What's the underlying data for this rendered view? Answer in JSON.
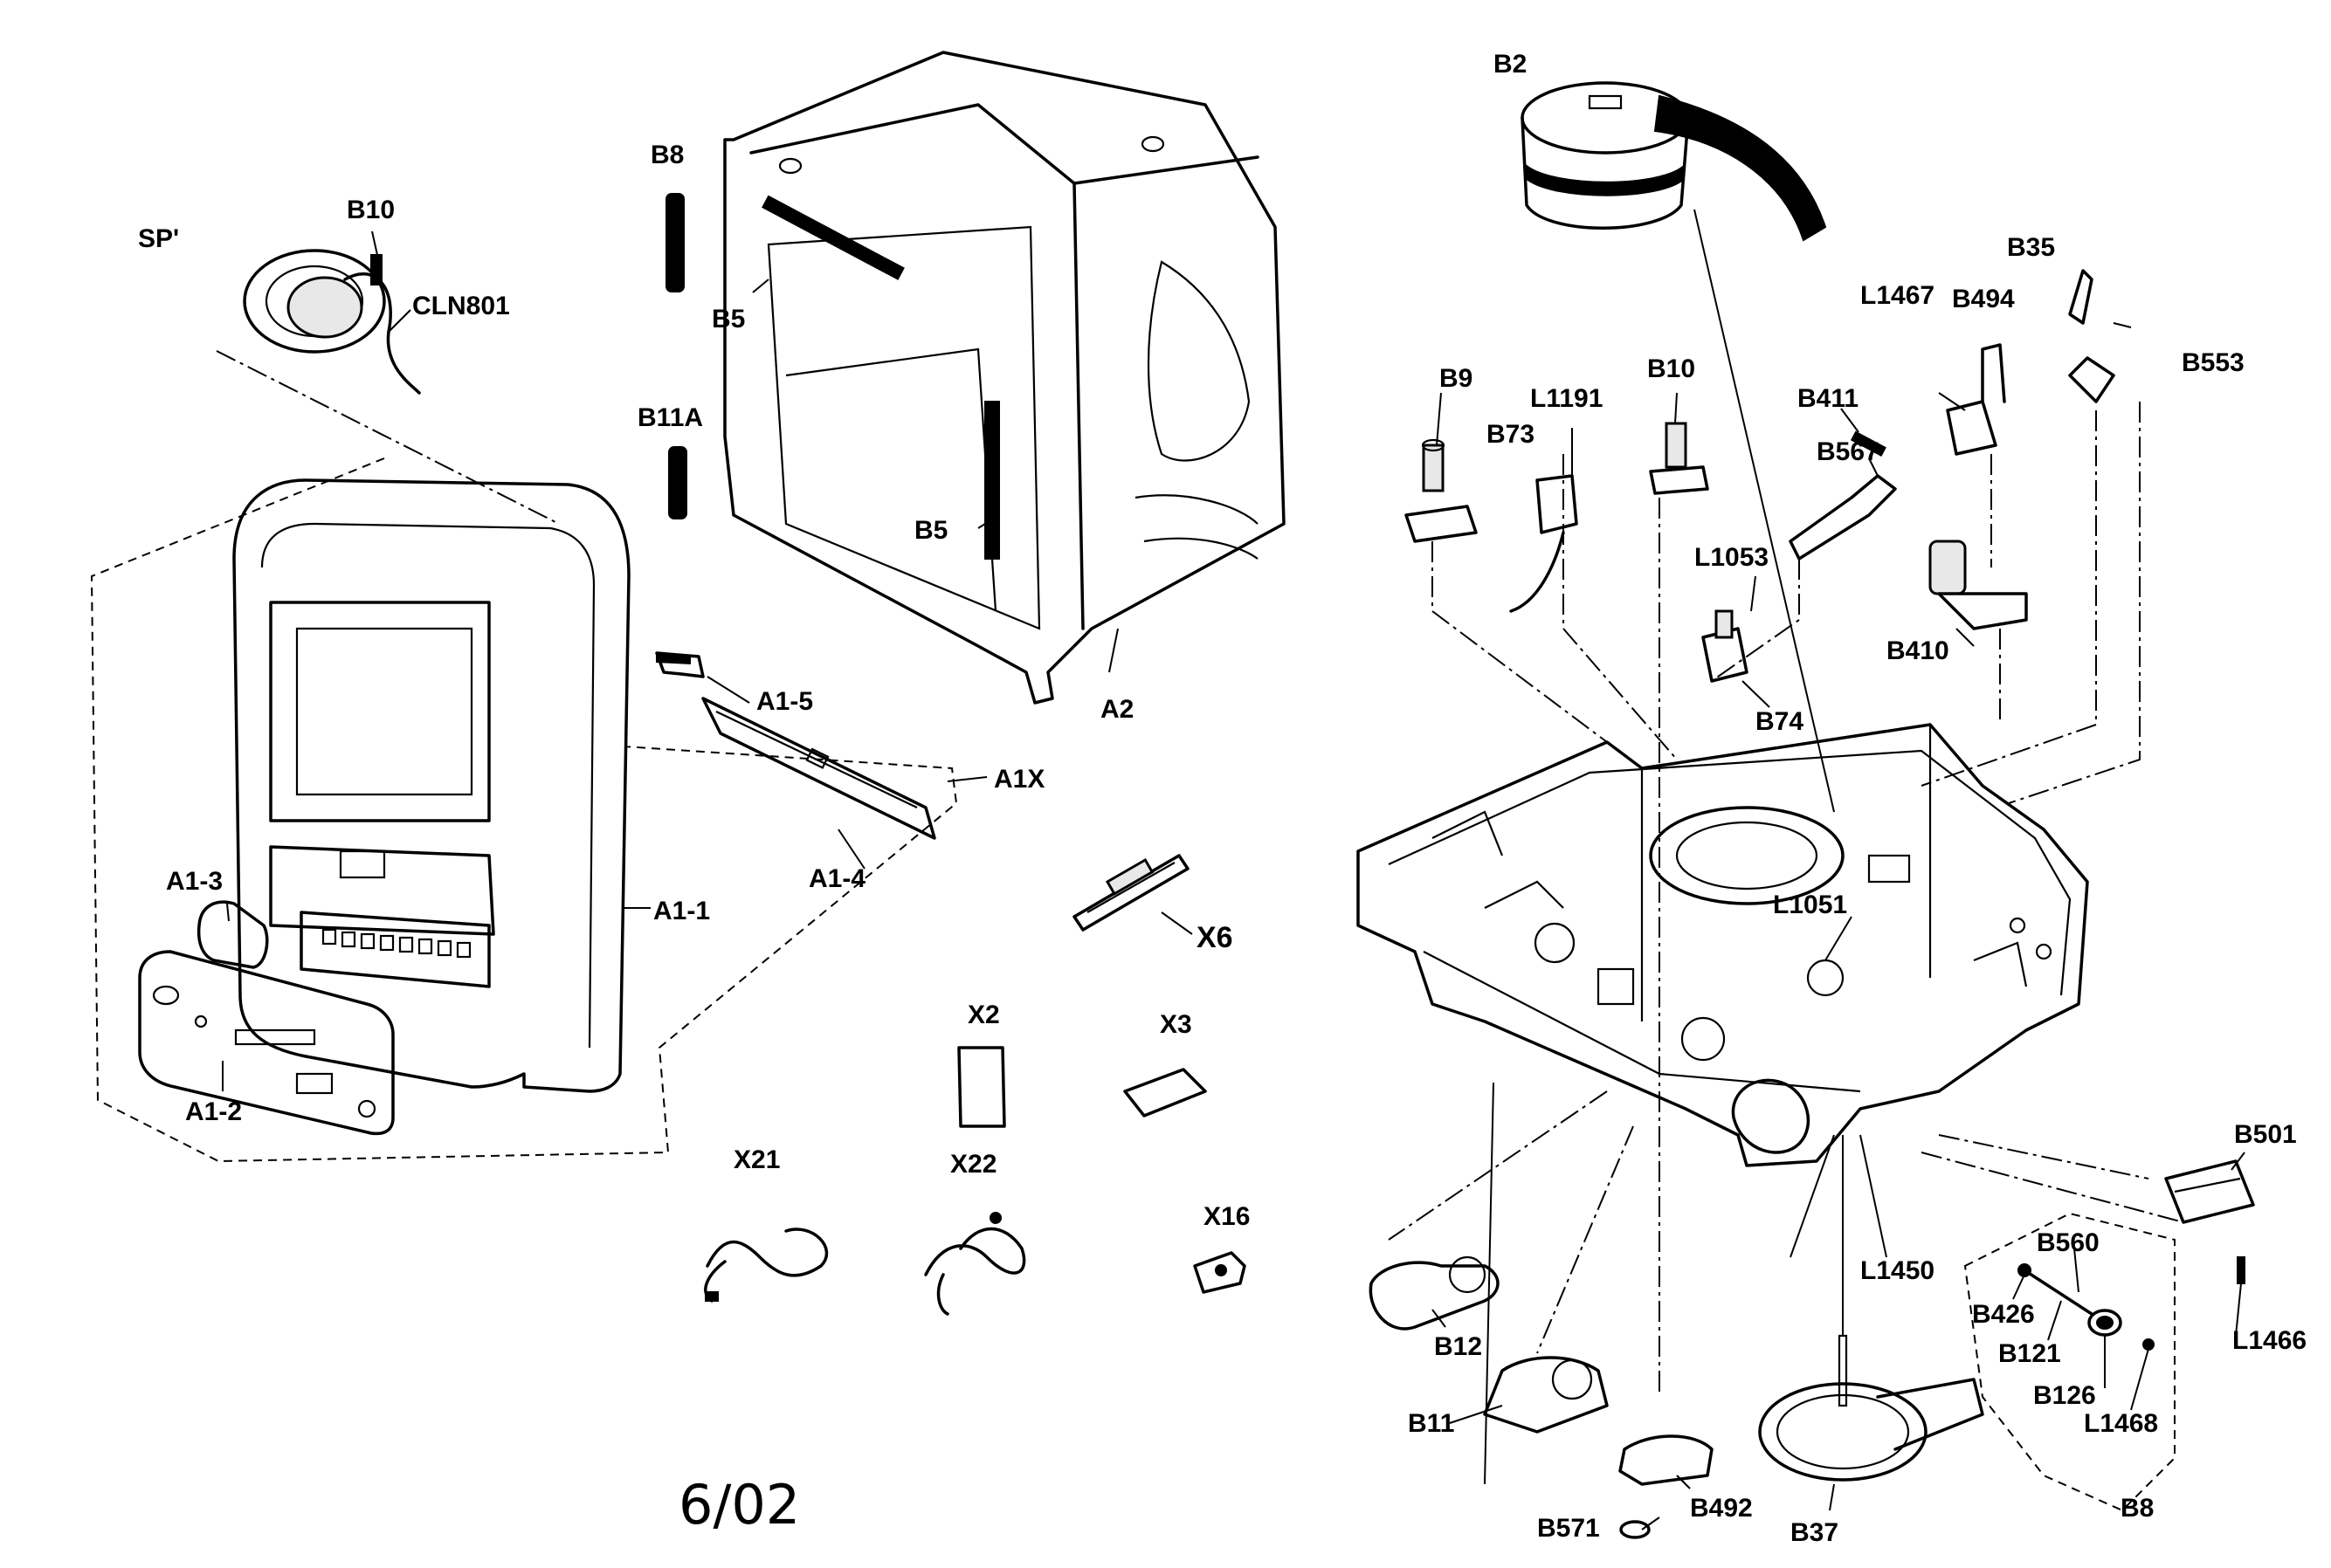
{
  "labels": {
    "sp": "SP'",
    "b10_speaker": "B10",
    "cln801": "CLN801",
    "b8_cabinet": "B8",
    "b5_upper": "B5",
    "b11a": "B11A",
    "b5_lower": "B5",
    "a2": "A2",
    "a1_5": "A1-5",
    "a1x": "A1X",
    "a1_4": "A1-4",
    "a1_3": "A1-3",
    "a1_1": "A1-1",
    "a1_2": "A1-2",
    "x6": "X6",
    "x2": "X2",
    "x3": "X3",
    "x21": "X21",
    "x22": "X22",
    "x16": "X16",
    "b2": "B2",
    "b35": "B35",
    "l1467": "L1467",
    "b494": "B494",
    "b553": "B553",
    "b9": "B9",
    "l1191": "L1191",
    "b10_mech": "B10",
    "b73": "B73",
    "b411": "B411",
    "b567": "B567",
    "l1053": "L1053",
    "b410": "B410",
    "b74": "B74",
    "l1051": "L1051",
    "b501": "B501",
    "b560": "B560",
    "b426": "B426",
    "b121": "B121",
    "l1466": "L1466",
    "b126": "B126",
    "l1450": "L1450",
    "b12": "B12",
    "b11": "B11",
    "l1468": "L1468",
    "b8_group": "B8",
    "b571": "B571",
    "b492": "B492",
    "b37": "B37"
  },
  "footer": {
    "date": "6/02"
  }
}
